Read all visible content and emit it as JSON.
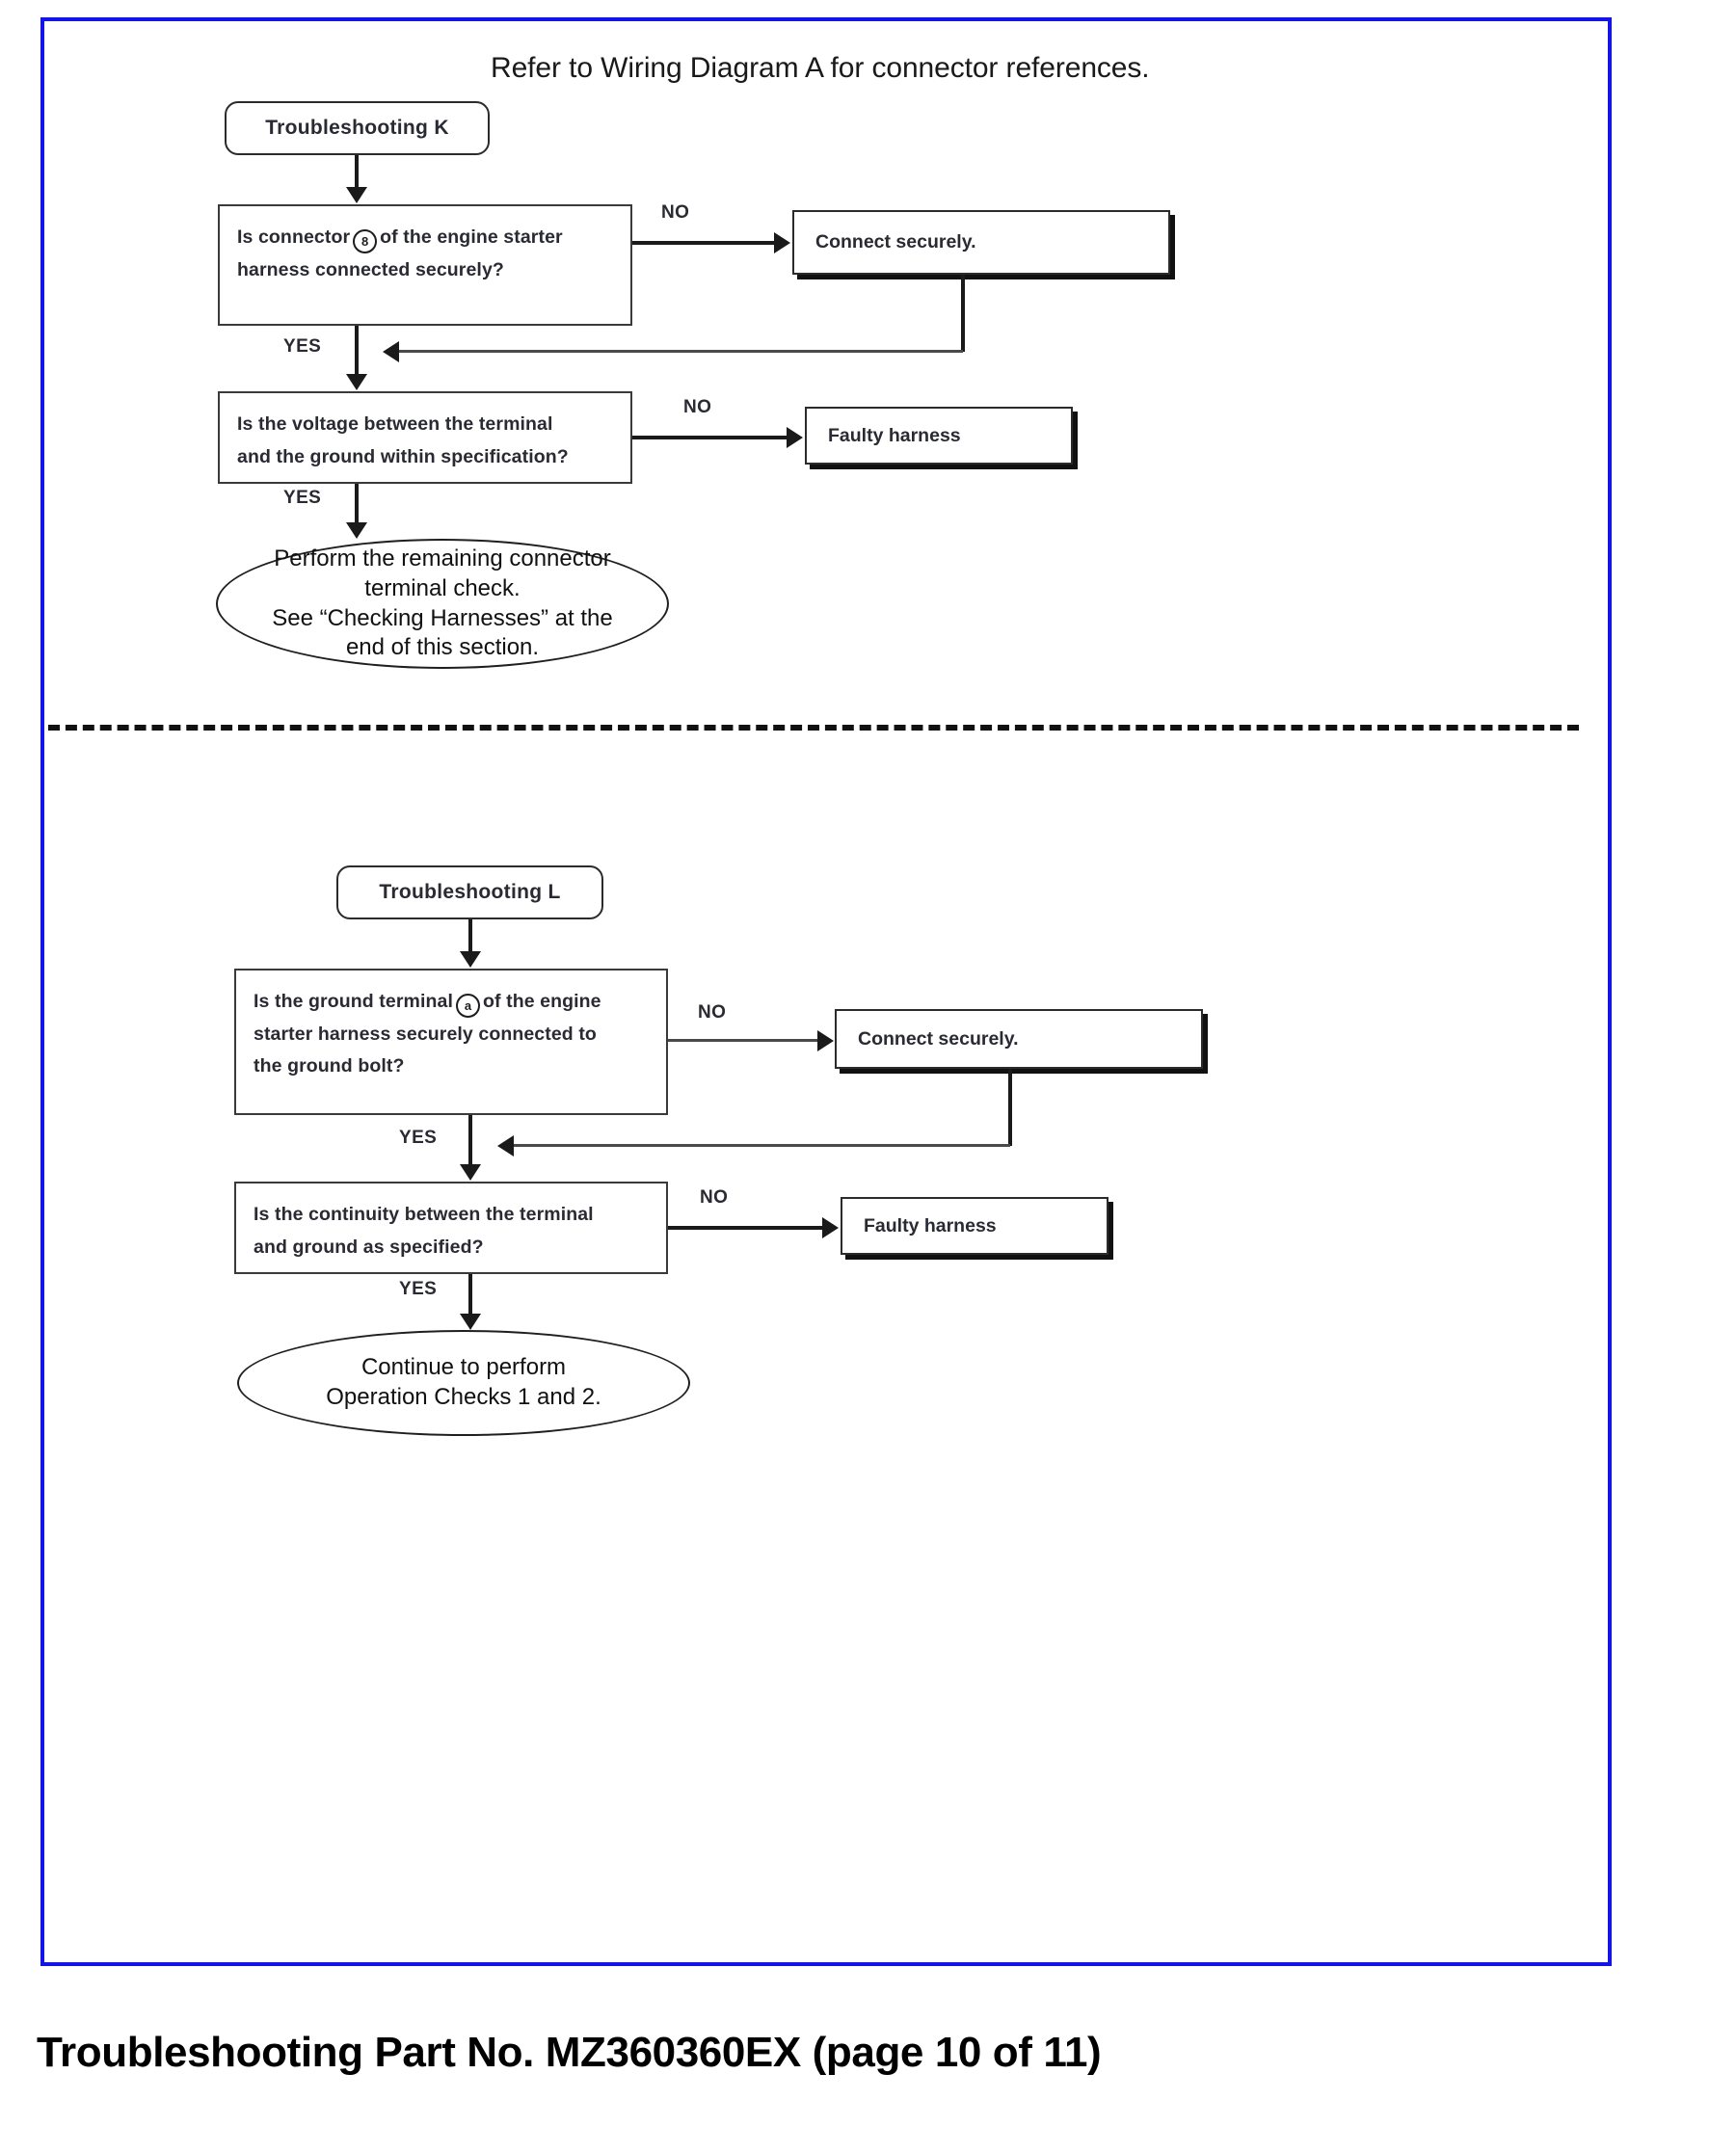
{
  "document": {
    "header_note": "Refer to Wiring Diagram A for connector references.",
    "footer_caption": "Troubleshooting Part No. MZ360360EX (page 10 of 11)",
    "border_color": "#1414e6"
  },
  "flowcharts": [
    {
      "id": "troubleshooting-k",
      "start": {
        "label": "Troubleshooting K"
      },
      "steps": [
        {
          "id": "k-q1",
          "question_lines": [
            "Is  connector",
            "of  the  engine  starter",
            "harness  connected  securely?"
          ],
          "connector_ref": "8",
          "no_label": "NO",
          "yes_label": "YES",
          "no_action": "Connect securely."
        },
        {
          "id": "k-q2",
          "question_lines": [
            "Is the voltage between the terminal",
            "and the ground within specification?"
          ],
          "no_label": "NO",
          "yes_label": "YES",
          "no_action": "Faulty harness"
        }
      ],
      "terminal_lines": [
        "Perform the remaining connector",
        "terminal check.",
        "See “Checking Harnesses” at the",
        "end of this section."
      ]
    },
    {
      "id": "troubleshooting-l",
      "start": {
        "label": "Troubleshooting L"
      },
      "steps": [
        {
          "id": "l-q1",
          "question_lines": [
            "Is the ground terminal",
            "of the engine",
            "starter harness securely connected to",
            "the ground bolt?"
          ],
          "connector_ref": "a",
          "no_label": "NO",
          "yes_label": "YES",
          "no_action": "Connect securely."
        },
        {
          "id": "l-q2",
          "question_lines": [
            "Is the continuity between the terminal",
            "and ground as specified?"
          ],
          "no_label": "NO",
          "yes_label": "YES",
          "no_action": "Faulty harness"
        }
      ],
      "terminal_lines": [
        "Continue to perform",
        "Operation Checks 1 and 2."
      ]
    }
  ]
}
